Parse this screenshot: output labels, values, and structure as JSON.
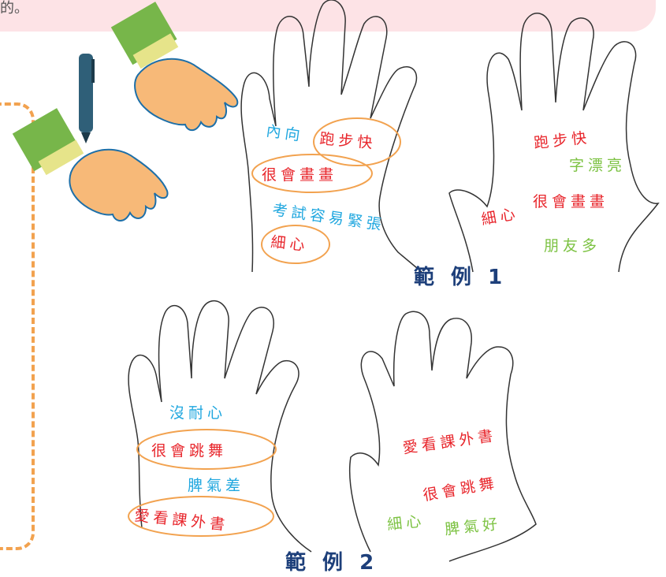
{
  "banner": {
    "text": "的。"
  },
  "example1": {
    "caption": "範 例 1",
    "hand_left": [
      "內向",
      "跑步快",
      "很會畫畫",
      "考試容易緊張",
      "細心"
    ],
    "hand_right": [
      "跑步快",
      "字漂亮",
      "很會畫畫",
      "細心",
      "朋友多"
    ]
  },
  "example2": {
    "caption": "範 例 2",
    "hand_left": [
      "沒耐心",
      "很會跳舞",
      "脾氣差",
      "愛看課外書"
    ],
    "hand_right": [
      "愛看課外書",
      "很會跳舞",
      "細心",
      "脾氣好"
    ]
  },
  "colors": {
    "red": "#e8262c",
    "blue": "#20a7df",
    "green": "#7cc242",
    "orange": "#f2a24f",
    "caption": "#1d3f7a"
  }
}
